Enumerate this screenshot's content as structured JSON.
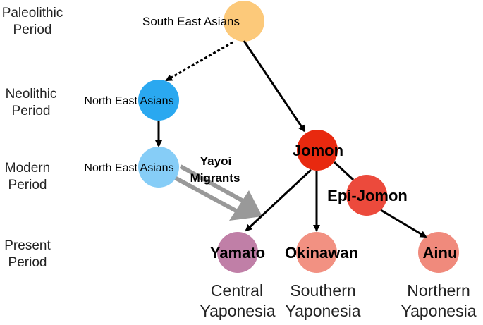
{
  "periods": {
    "paleolithic": [
      "Paleolithic",
      "Period"
    ],
    "neolithic": [
      "Neolithic",
      "Period"
    ],
    "modern": [
      "Modern",
      "Period"
    ],
    "present": [
      "Present",
      "Period"
    ]
  },
  "nodes": {
    "south_east_asians": {
      "label": "South East Asians",
      "color": "#fcc97a"
    },
    "ne_asians_neolithic": {
      "label": "North East Asians",
      "color": "#2aa8f0"
    },
    "ne_asians_modern": {
      "label": "North East Asians",
      "color": "#86cdf7"
    },
    "jomon": {
      "label": "Jomon",
      "color": "#e8290f"
    },
    "epi_jomon": {
      "label": "Epi-Jomon",
      "color": "#ec4a3c"
    },
    "yamato": {
      "label": "Yamato",
      "color": "#c07fa7"
    },
    "okinawan": {
      "label": "Okinawan",
      "color": "#f29182"
    },
    "ainu": {
      "label": "Ainu",
      "color": "#f08a7c"
    }
  },
  "migrants_label": [
    "Yayoi",
    "Migrants"
  ],
  "regions": {
    "central": [
      "Central",
      "Yaponesia"
    ],
    "southern": [
      "Southern",
      "Yaponesia"
    ],
    "northern": [
      "Northern",
      "Yaponesia"
    ]
  },
  "colors": {
    "arrow": "#000000",
    "migration_arrow": "#999999"
  }
}
